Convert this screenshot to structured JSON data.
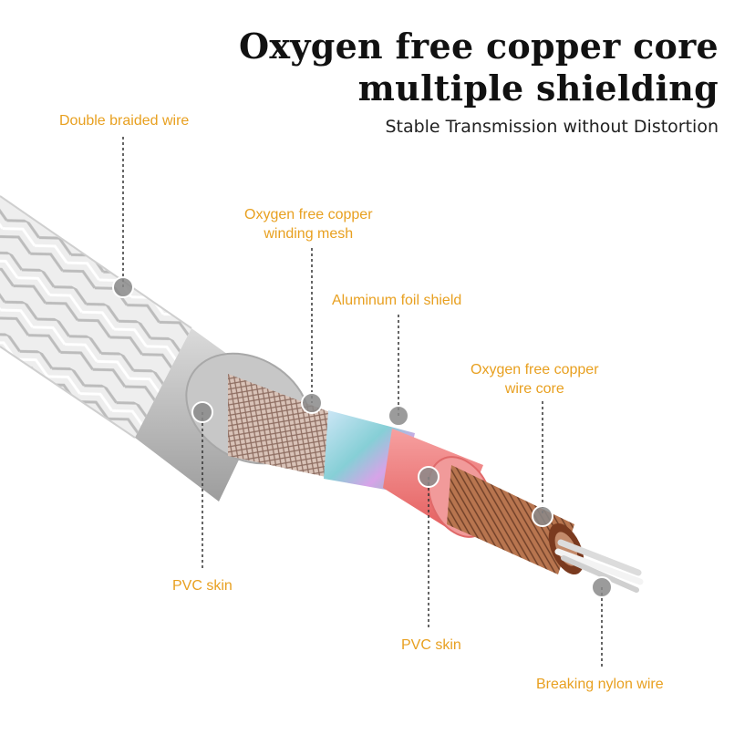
{
  "header": {
    "title_line1": "Oxygen free copper core",
    "title_line2": "multiple shielding",
    "subtitle": "Stable Transmission without Distortion"
  },
  "labels": {
    "double_braided_wire": "Double braided wire",
    "copper_mesh_line1": "Oxygen free copper",
    "copper_mesh_line2": "winding mesh",
    "aluminum_foil": "Aluminum foil shield",
    "copper_core_line1": "Oxygen free copper",
    "copper_core_line2": "wire core",
    "pvc_skin_outer": "PVC skin",
    "pvc_skin_inner": "PVC skin",
    "nylon_wire": "Breaking nylon wire"
  },
  "colors": {
    "label_orange": "#e8a020",
    "title_text": "#111111",
    "outer_pvc": "#bdbdbd",
    "inner_pvc": "#f07c7c",
    "copper": "#b06a45",
    "foil": "#9fd8e0"
  }
}
